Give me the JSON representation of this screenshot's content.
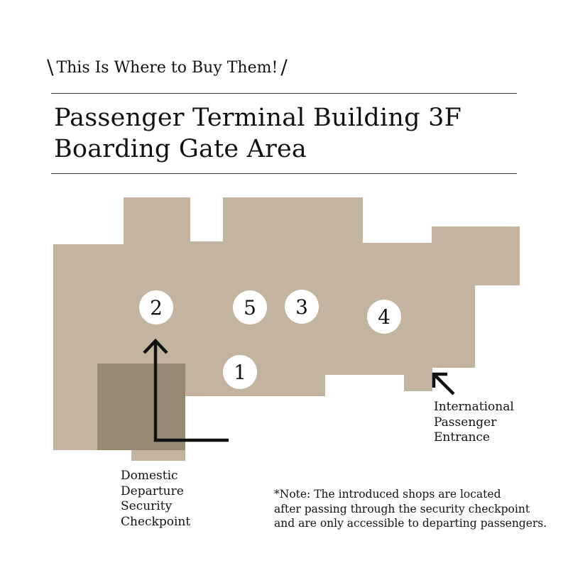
{
  "header": {
    "tagline": "This Is Where to Buy Them!",
    "title_lines": [
      "Passenger Terminal Building 3F",
      "Boarding Gate Area"
    ]
  },
  "colors": {
    "floor": "#c2b4a1",
    "checkpoint": "#978a75",
    "marker_fill": "#ffffff",
    "text": "#111111",
    "rule": "#333333"
  },
  "markers": [
    {
      "number": "1",
      "label": "1"
    },
    {
      "number": "2",
      "label": "2"
    },
    {
      "number": "3",
      "label": "3"
    },
    {
      "number": "4",
      "label": "4"
    },
    {
      "number": "5",
      "label": "5"
    }
  ],
  "labels": {
    "domestic": [
      "Domestic",
      "Departure",
      "Security",
      "Checkpoint"
    ],
    "international": [
      "International",
      "Passenger",
      "Entrance"
    ]
  },
  "note": [
    "*Note: The introduced shops are located",
    "after passing through the security checkpoint",
    "and are only accessible to departing passengers."
  ]
}
